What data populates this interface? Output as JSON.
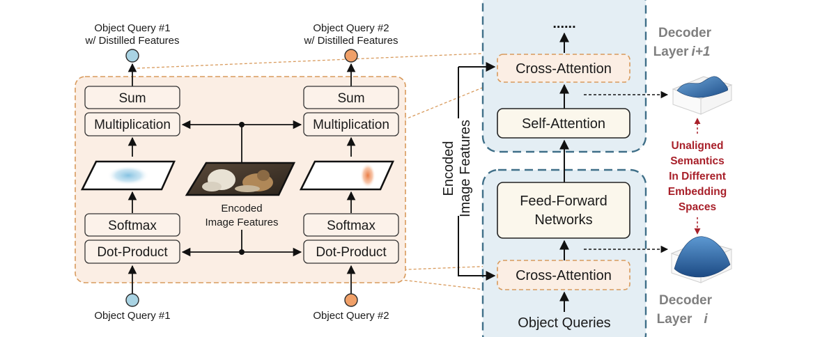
{
  "attention_detail": {
    "query1_out_label": [
      "Object Query #1",
      "w/ Distilled Features"
    ],
    "query2_out_label": [
      "Object Query #2",
      "w/ Distilled Features"
    ],
    "query1_in_label": "Object Query #1",
    "query2_in_label": "Object Query #2",
    "sum_label": "Sum",
    "multiplication_label": "Multiplication",
    "softmax_label": "Softmax",
    "dot_product_label": "Dot-Product",
    "image_features_label": [
      "Encoded",
      "Image Features"
    ],
    "query1_color": "#a9d3e3",
    "query2_color": "#f0a068",
    "panel_fill": "#fbeee4",
    "panel_border": "#d89a5c"
  },
  "decoder": {
    "layer_top_label": [
      "Decoder",
      "Layer "
    ],
    "layer_top_index": "i+1",
    "layer_bottom_label": [
      "Decoder",
      "Layer "
    ],
    "layer_bottom_index": "i",
    "cross_attention_label": "Cross-Attention",
    "self_attention_label": "Self-Attention",
    "ffn_label": [
      "Feed-Forward",
      "Networks"
    ],
    "object_queries_label": "Object Queries",
    "encoded_features_label": [
      "Encoded",
      "Image Features"
    ],
    "ellipsis": "......",
    "layer_fill": "#e4eef4",
    "layer_border": "#3f6f88"
  },
  "annotation": {
    "lines": [
      "Unaligned",
      "Semantics",
      "In Different",
      "Embedding",
      "Spaces"
    ],
    "color": "#a8202a"
  }
}
